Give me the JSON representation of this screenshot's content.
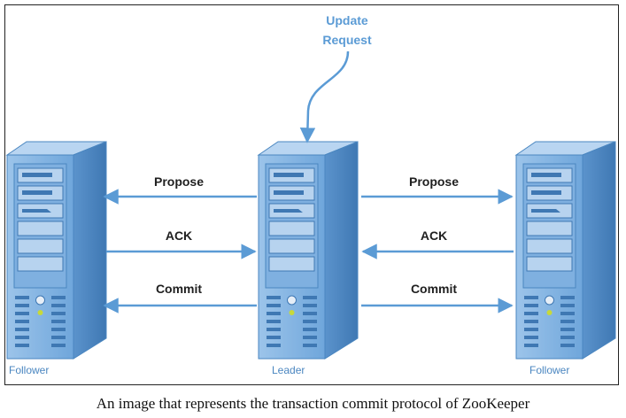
{
  "request": {
    "line1": "Update",
    "line2": "Request"
  },
  "servers": {
    "left": {
      "label": "Follower"
    },
    "center": {
      "label": "Leader"
    },
    "right": {
      "label": "Follower"
    }
  },
  "messages": {
    "left": {
      "propose": "Propose",
      "ack": "ACK",
      "commit": "Commit"
    },
    "right": {
      "propose": "Propose",
      "ack": "ACK",
      "commit": "Commit"
    }
  },
  "caption": "An image that represents the transaction commit protocol of ZooKeeper",
  "colors": {
    "server": "#5b9bd5",
    "arrow": "#5b9bd5",
    "label_text": "#1f1f1f"
  }
}
